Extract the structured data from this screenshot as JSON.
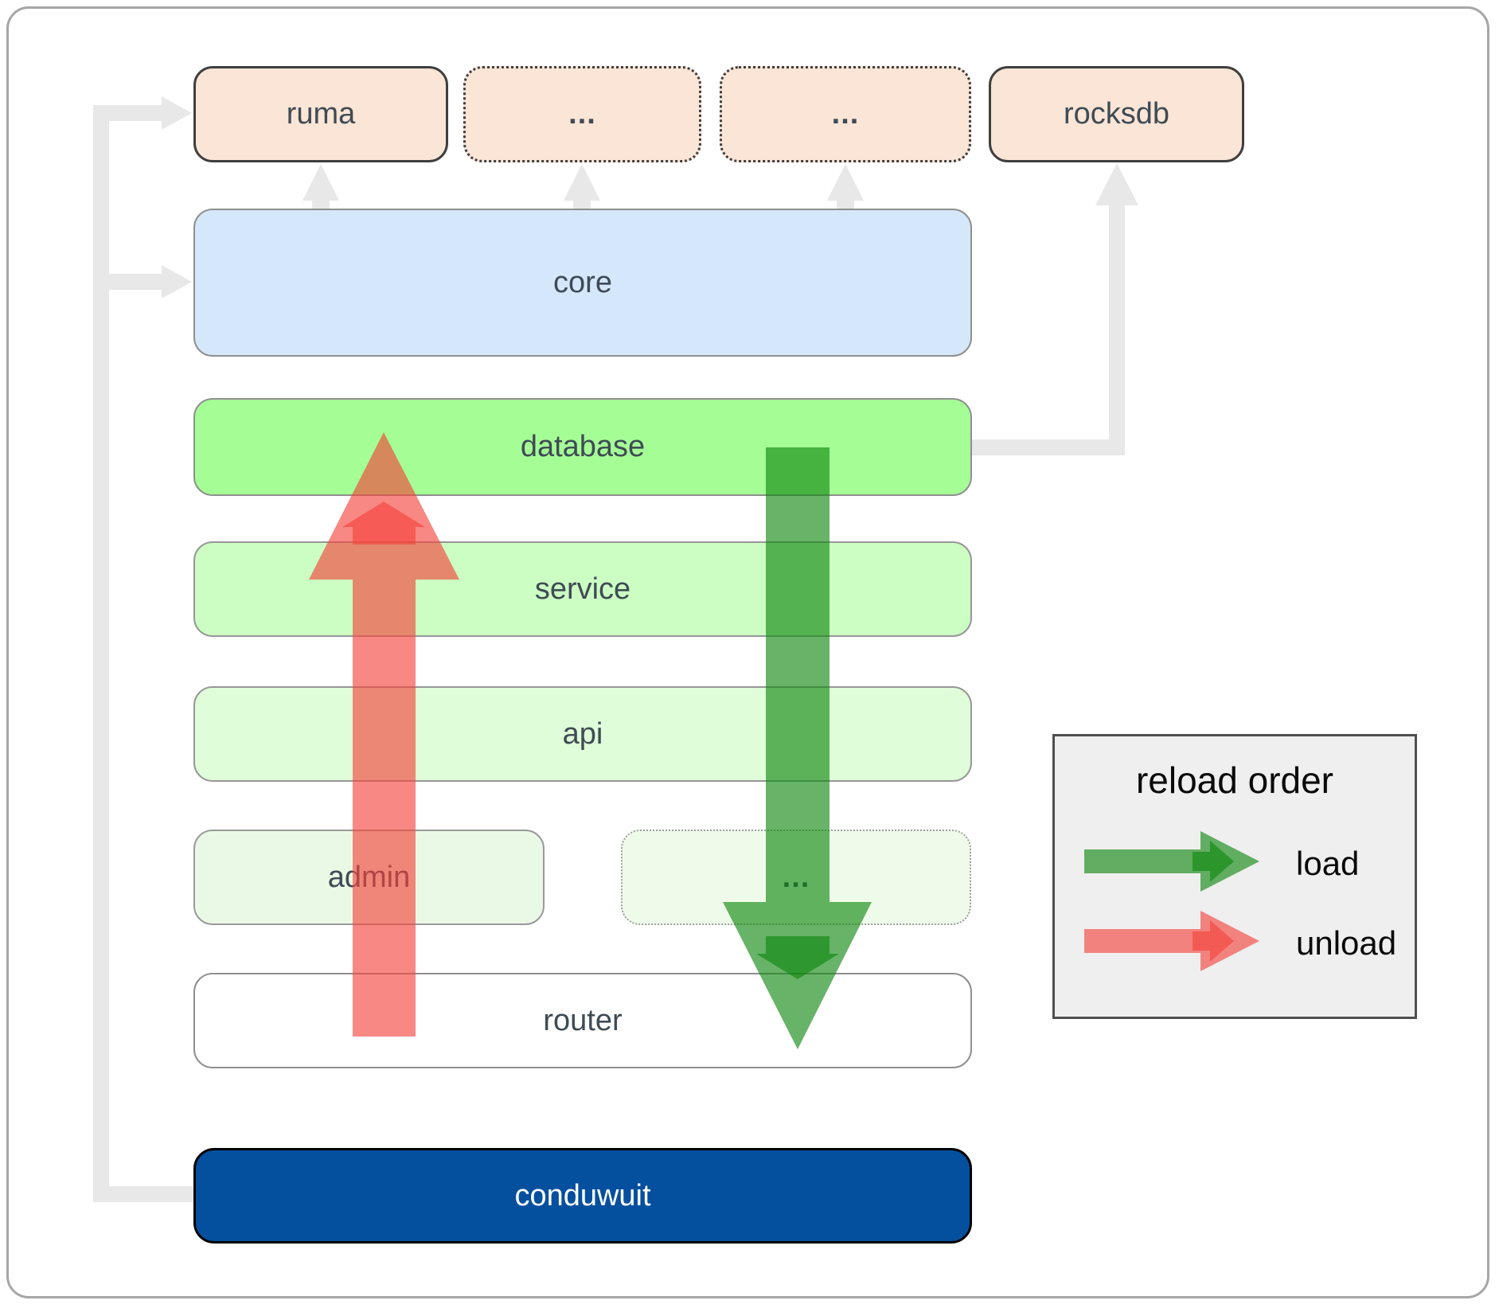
{
  "diagram": {
    "top_row": [
      {
        "label": "ruma",
        "border": "solid"
      },
      {
        "label": "...",
        "border": "dotted"
      },
      {
        "label": "...",
        "border": "dotted"
      },
      {
        "label": "rocksdb",
        "border": "solid"
      }
    ],
    "core": {
      "label": "core"
    },
    "database": {
      "label": "database"
    },
    "service": {
      "label": "service"
    },
    "api": {
      "label": "api"
    },
    "admin": {
      "label": "admin"
    },
    "admin_more": {
      "label": "..."
    },
    "router": {
      "label": "router"
    },
    "app": {
      "label": "conduwuit"
    }
  },
  "legend": {
    "title": "reload order",
    "load_label": "load",
    "unload_label": "unload"
  },
  "arrows": {
    "load": {
      "direction": "down",
      "color": "#0e860e"
    },
    "unload": {
      "direction": "up",
      "color": "#f4433a"
    },
    "flow_connector_color": "#e8e8e8"
  },
  "colors": {
    "peach": "#fbe5d6",
    "core_blue": "#d5e7fa",
    "database_green": "#a5fd95",
    "service_green": "#ccfdc3",
    "api_green": "#dffdd8",
    "admin_green": "#eaf9e5",
    "conduwuit_navy": "#05509e",
    "legend_bg": "#efefef"
  }
}
